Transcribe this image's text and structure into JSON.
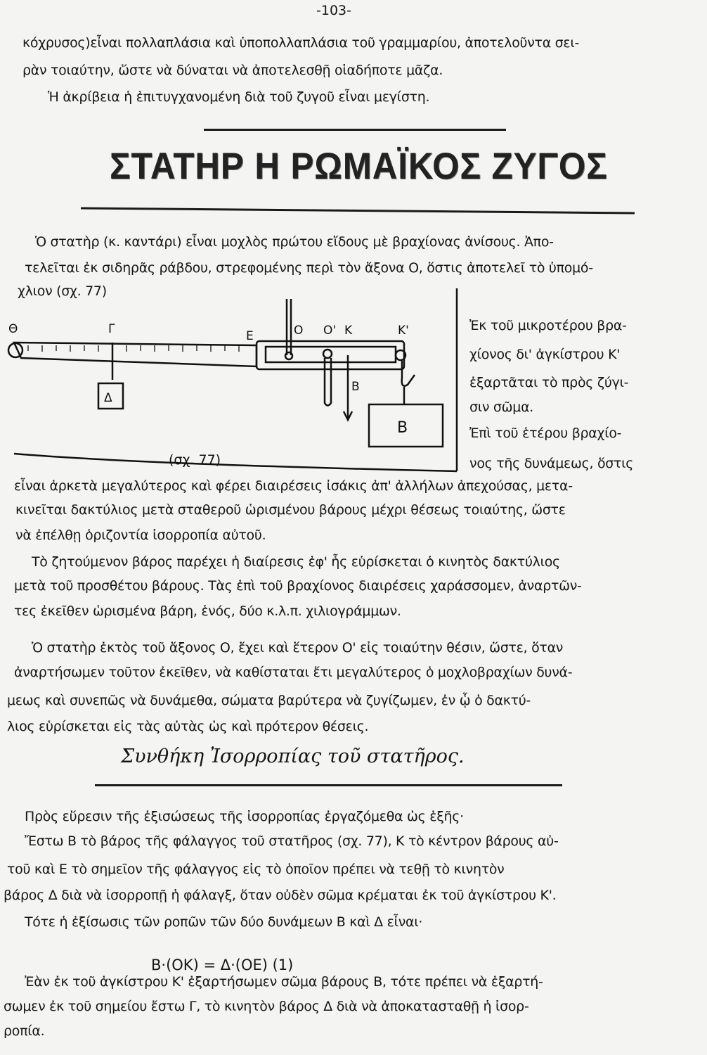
{
  "page_number": "-103-",
  "intro_lines": [
    "κόχρυσος)εἶναι πολλαπλάσια καὶ ὑποπολλαπλάσια τοῦ γραμμαρίου, ἀποτελοῦντα σει-",
    "ρὰν τοιαύτην, ὥστε νὰ δύναται νὰ ἀποτελεσθῇ οἱαδήποτε μᾶζα.",
    "Ἡ ἀκρίβεια ἡ ἐπιτυγχανομένη διὰ τοῦ ζυγοῦ εἶναι μεγίστη."
  ],
  "title": "ΣΤΑΤΗΡ Η ΡΩΜΑΪΚΟΣ ΖΥΓΟΣ",
  "para1": [
    "Ὁ στατὴρ (κ. καντάρι) εἶναι μοχλὸς πρώτου εἴδους μὲ βραχίονας ἀνίσους. Ἀπο-",
    "τελεῖται ἐκ σιδηρᾶς ράβδου, στρεφομένης περὶ τὸν ἄξονα Ο, ὅστις ἀποτελεῖ τὸ ὑπομό-",
    "χλιον (σχ. 77)"
  ],
  "figure": {
    "labels": {
      "theta": "Θ",
      "gamma": "Γ",
      "epsilon": "Ε",
      "o": "Ο",
      "o_prime": "Ο'",
      "k": "Κ",
      "k_prime": "Κ'",
      "b_arrow": "Β",
      "b_box": "Β",
      "delta": "Δ"
    },
    "caption": "(σχ. 77)"
  },
  "side_lines": [
    "Ἐκ τοῦ μικροτέρου βρα-",
    "χίονος δι' ἀγκίστρου Κ'",
    "ἐξαρτᾶται τὸ πρὸς ζύγι-",
    "σιν σῶμα.",
    "Ἐπὶ τοῦ ἑτέρου βραχίο-",
    "νος τῆς δυνάμεως, ὅστις"
  ],
  "body_lines": [
    "εἶναι ἀρκετὰ μεγαλύτερος καὶ φέρει διαιρέσεις ἰσάκις ἀπ' ἀλλήλων ἀπεχούσας, μετα-",
    "κινεῖται δακτύλιος μετὰ σταθεροῦ ὡρισμένου βάρους μέχρι θέσεως τοιαύτης, ὥστε",
    "νὰ ἐπέλθῃ ὁριζοντία ἰσορροπία αὐτοῦ.",
    "Τὸ ζητούμενον βάρος παρέχει ἡ διαίρεσις ἐφ' ἧς εὑρίσκεται ὁ κινητὸς δακτύλιος",
    "μετὰ τοῦ προσθέτου βάρους. Τὰς ἐπὶ τοῦ βραχίονος διαιρέσεις χαράσσομεν, ἀναρτῶν-",
    "τες ἐκεῖθεν ὡρισμένα βάρη, ἑνός, δύο κ.λ.π. χιλιογράμμων.",
    "Ὁ στατὴρ ἐκτὸς τοῦ ἄξονος Ο, ἔχει καὶ ἕτερον Ο' εἰς τοιαύτην θέσιν, ὥστε, ὅταν",
    "ἀναρτήσωμεν τοῦτον ἐκεῖθεν, νὰ καθίσταται ἔτι μεγαλύτερος ὁ μοχλοβραχίων δυνά-",
    "μεως καὶ συνεπῶς νὰ δυνάμεθα, σώματα βαρύτερα νὰ ζυγίζωμεν, ἐν ᾧ ὁ δακτύ-",
    "λιος εὑρίσκεται εἰς τὰς αὐτὰς ὡς καὶ πρότερον θέσεις."
  ],
  "subtitle": "Συνθήκη Ἰσορροπίας τοῦ στατῆρος.",
  "final_lines": [
    "Πρὸς εὕρεσιν τῆς ἐξισώσεως τῆς ἰσορροπίας ἐργαζόμεθα ὡς ἑξῆς·",
    "Ἔστω Β τὸ βάρος τῆς φάλαγγος τοῦ στατῆρος (σχ. 77), Κ τὸ κέντρον βάρους αὐ-",
    "τοῦ καὶ Ε τὸ σημεῖον τῆς φάλαγγος εἰς τὸ ὁποῖον πρέπει νὰ τεθῇ τὸ κινητὸν",
    "βάρος Δ διὰ νὰ ἰσορροπῇ ἡ φάλαγξ, ὅταν οὐδὲν σῶμα κρέμαται ἐκ τοῦ ἀγκίστρου Κ'.",
    "Τότε ἡ ἐξίσωσις τῶν ροπῶν τῶν δύο δυνάμεων Β καὶ Δ εἶναι·"
  ],
  "equation": "Β·(ΟΚ) = Δ·(ΟΕ)   (1)",
  "closing_lines": [
    "Ἐὰν ἐκ τοῦ ἀγκίστρου Κ' ἐξαρτήσωμεν σῶμα βάρους Β, τότε πρέπει νὰ ἐξαρτή-",
    "σωμεν ἐκ τοῦ σημείου ἔστω Γ, τὸ κινητὸν βάρος Δ διὰ νὰ ἀποκατασταθῇ ἡ ἰσορ-",
    "ροπία."
  ]
}
